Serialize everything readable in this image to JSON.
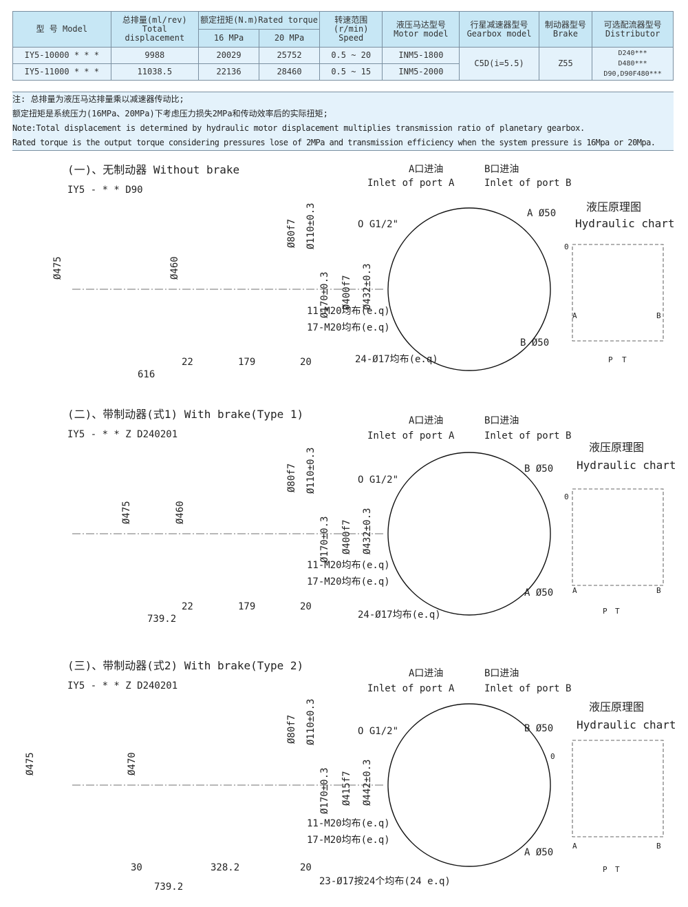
{
  "table": {
    "model_label": "型 号 Model",
    "disp_zh": "总排量(ml/rev)",
    "disp_en": "Total displacement",
    "torque_label": "额定扭矩(N.m)Rated torque",
    "p16": "16 MPa",
    "p20": "20 MPa",
    "speed_zh": "转速范围",
    "speed_unit": "(r/min)",
    "speed_en": "Speed",
    "motor_zh": "液压马达型号",
    "motor_en": "Motor model",
    "gear_zh": "行星减速器型号",
    "gear_en": "Gearbox model",
    "brake_zh": "制动器型号",
    "brake_en": "Brake",
    "dist_zh": "可选配流器型号",
    "dist_en": "Distributor",
    "rows": [
      {
        "model": "IY5-10000 * * *",
        "disp": "9988",
        "t16": "20029",
        "t20": "25752",
        "speed": "0.5 ~ 20",
        "motor": "INM5-1800"
      },
      {
        "model": "IY5-11000 * * *",
        "disp": "11038.5",
        "t16": "22136",
        "t20": "28460",
        "speed": "0.5 ~ 15",
        "motor": "INM5-2000"
      }
    ],
    "gearbox": "C5D(i=5.5)",
    "brake": "Z55",
    "distributors": [
      "D240***",
      "D480***",
      "D90,D90F480***"
    ]
  },
  "notes": [
    "注: 总排量为液压马达排量乘以减速器传动比;",
    "    额定扭矩是系统压力(16MPa、20MPa)下考虑压力损失2MPa和传动效率后的实际扭矩;",
    "Note:Total displacement is determined by hydraulic motor displacement multiplies transmission ratio of planetary gearbox.",
    "Rated torque is the output torque considering pressures lose of 2MPa and transmission efficiency when the system pressure is 16Mpa or 20Mpa."
  ],
  "common": {
    "inlet_a_zh": "A口进油",
    "inlet_a_en": "Inlet of port A",
    "inlet_b_zh": "B口进油",
    "inlet_b_en": "Inlet of port B",
    "chart_zh": "液压原理图",
    "chart_en": "Hydraulic chart",
    "g12": "O G1/2\"",
    "d80": "Ø80f7",
    "d110": "Ø110±0.3",
    "d170": "Ø170±0.3",
    "m11": "11-M20均布(e.q)",
    "m17": "17-M20均布(e.q)",
    "port_a": "A Ø50",
    "port_b": "B Ø50",
    "lbl_a": "A",
    "lbl_b": "B",
    "lbl_p": "P",
    "lbl_t": "T",
    "lbl_0": "0",
    "d179": "179",
    "d20": "20",
    "d22": "22",
    "d30": "30",
    "d475": "Ø475"
  },
  "s1": {
    "title": "(一)、无制动器 Without brake",
    "model": "IY5 - * * D90",
    "d460": "Ø460",
    "d400": "Ø400f7",
    "d432": "Ø432±0.3",
    "len": "616",
    "holes": "24-Ø17均布(e.q)"
  },
  "s2": {
    "title": "(二)、带制动器(式1) With brake(Type 1)",
    "model": "IY5 - * * Z D240201",
    "d460": "Ø460",
    "d400": "Ø400f7",
    "d432": "Ø432±0.3",
    "len": "739.2",
    "holes": "24-Ø17均布(e.q)"
  },
  "s3": {
    "title": "(三)、带制动器(式2) With brake(Type 2)",
    "model": "IY5 - * * Z D240201",
    "d470": "Ø470",
    "d415": "Ø415f7",
    "d442": "Ø442±0.3",
    "len": "739.2",
    "len2": "328.2",
    "holes": "23-Ø17按24个均布(24 e.q)"
  }
}
